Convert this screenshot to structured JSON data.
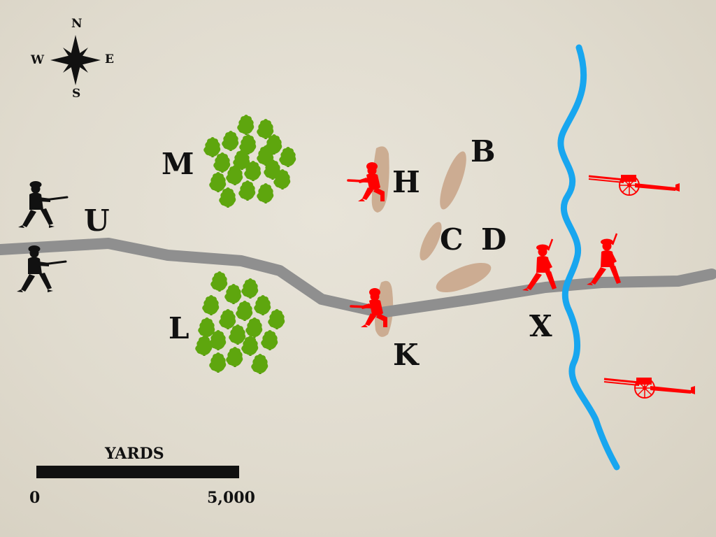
{
  "compass": {
    "north": "N",
    "south": "S",
    "east": "E",
    "west": "W"
  },
  "labels": {
    "B": "B",
    "C": "C",
    "D": "D",
    "H": "H",
    "K": "K",
    "L": "L",
    "M": "M",
    "U": "U",
    "X": "X"
  },
  "scale": {
    "title": "YARDS",
    "min": "0",
    "max": "5,000"
  },
  "colors": {
    "background": "#e2ddd0",
    "road": "#8f8f8f",
    "river": "#18a6ef",
    "forest": "#5ea60e",
    "hill": "#c8a487",
    "enemy": "#ff0000",
    "friendly": "#111111"
  },
  "icons": {
    "friendly_units": [
      "soldier-advancing-icon",
      "soldier-advancing-icon"
    ],
    "enemy_units": [
      "soldier-kneeling-icon",
      "soldier-kneeling-icon",
      "soldier-marching-icon",
      "soldier-marching-icon"
    ],
    "artillery": [
      "field-gun-icon",
      "field-gun-icon"
    ],
    "terrain": [
      "forest-icon",
      "forest-icon",
      "hill-icon"
    ]
  }
}
